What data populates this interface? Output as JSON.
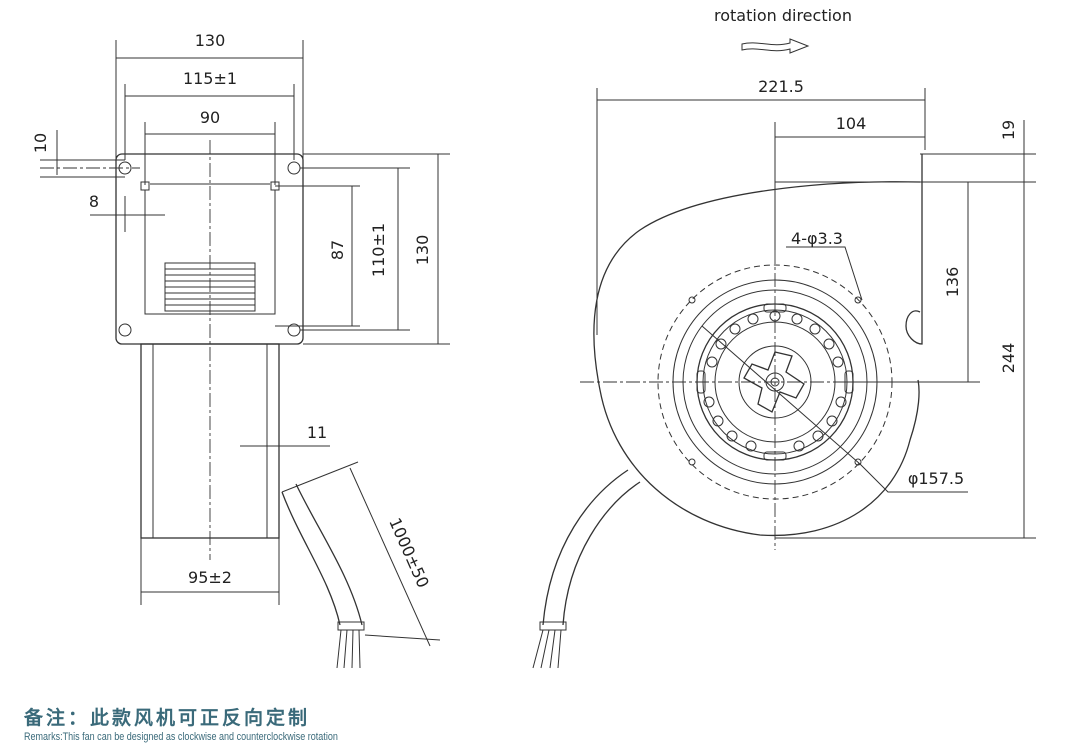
{
  "front_view": {
    "overall_width": "130",
    "hole_spacing": "115±1",
    "inlet_width": "90",
    "flange_offset": "10",
    "side_offset": "8",
    "inner_height": "87",
    "hole_vertical_spacing": "110±1",
    "overall_height": "130",
    "body_offset": "11",
    "body_width": "95±2",
    "cable_length": "1000±50"
  },
  "side_view": {
    "rotation_label": "rotation direction",
    "overall_width": "221.5",
    "center_to_outlet": "104",
    "outlet_offset": "19",
    "center_height": "136",
    "overall_height": "244",
    "mount_holes": "4-φ3.3",
    "mount_circle": "φ157.5"
  },
  "remarks": {
    "cn": "备注：此款风机可正反向定制",
    "en": "Remarks:This fan can be designed as clockwise and counterclockwise rotation"
  }
}
